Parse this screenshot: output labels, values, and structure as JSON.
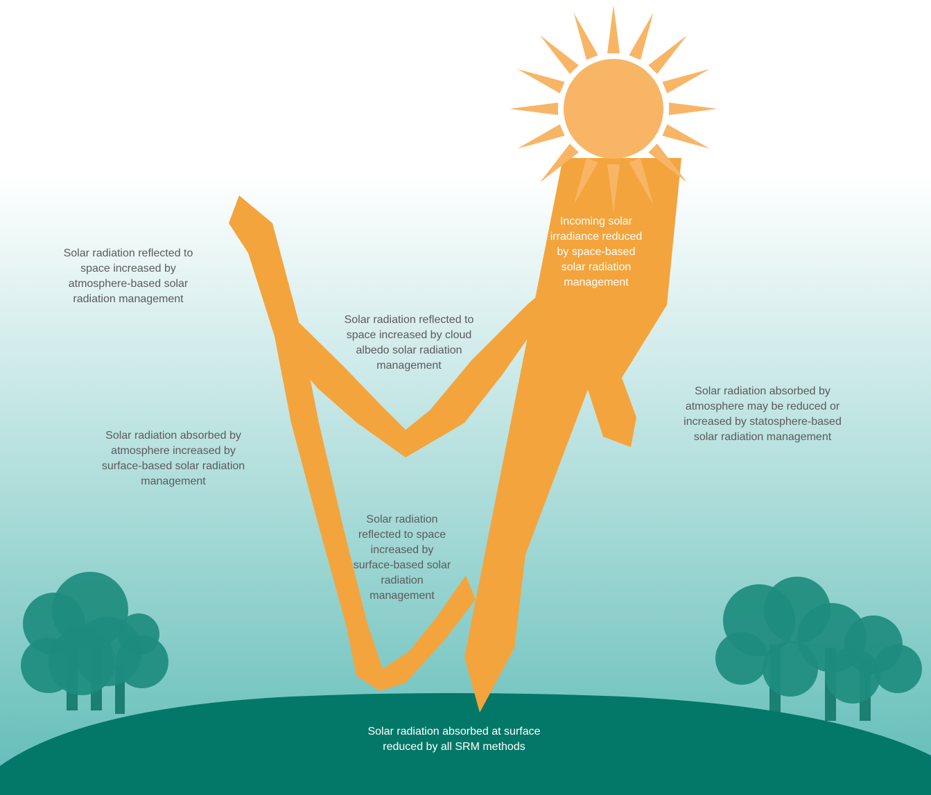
{
  "colors": {
    "sky_top": "#ffffff",
    "sky_bottom": "#5fbcb7",
    "arrow": "#f4a43c",
    "sun": "#f8b566",
    "ground": "#037868",
    "tree": "#1d8c7e",
    "tree_trunk": "#1b7f72",
    "label_dark": "#5a5a5a",
    "label_light": "#ffffff"
  },
  "labels": {
    "incoming": "Incoming solar\nirradiance reduced\nby space-based\nsolar radiation\nmanagement",
    "atmosphere_reflected": "Solar radiation reflected to\nspace increased by\natmosphere-based solar\nradiation management",
    "cloud_albedo": "Solar radiation reflected to\nspace increased by cloud\nalbedo solar radiation\nmanagement",
    "absorbed_atmosphere_stratosphere": "Solar radiation absorbed by\natmosphere may be reduced or\nincreased by statosphere-based\nsolar radiation management",
    "absorbed_atmosphere_surface": "Solar radiation absorbed by\natmosphere increased by\nsurface-based solar radiation\nmanagement",
    "surface_reflected": "Solar radiation\nreflected to space\nincreased by\nsurface-based solar\nradiation\nmanagement",
    "absorbed_surface": "Solar radiation absorbed at surface\nreduced by all SRM methods"
  },
  "icons": {
    "sun": "sun-icon",
    "trees_left": "tree-cluster-icon",
    "trees_right": "tree-cluster-icon"
  }
}
